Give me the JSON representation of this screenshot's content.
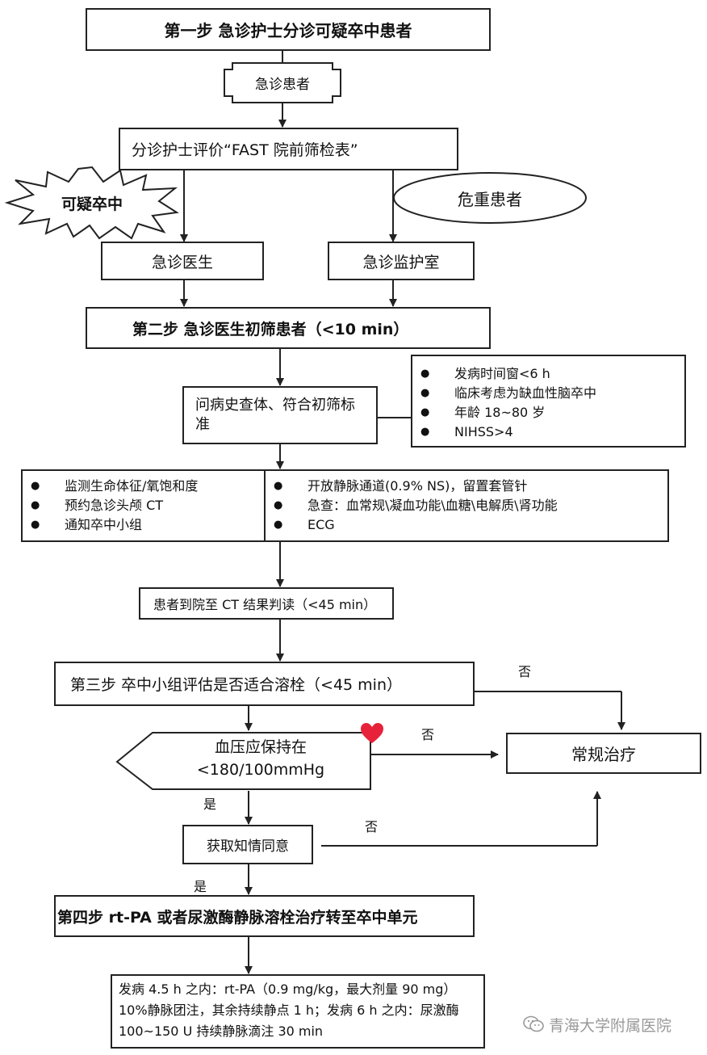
{
  "step1": "第一步  急诊护士分诊可疑卒中患者",
  "er_patient": "急诊患者",
  "fast": "分诊护士评价“FAST 院前筛检表”",
  "suspect_stroke": "可疑卒中",
  "critical": "危重患者",
  "er_doctor": "急诊医生",
  "icu_room": "急诊监护室",
  "step2": "第二步  急诊医生初筛患者（<10 min）",
  "history": "问病史查体、符合初筛标准",
  "criteria": [
    "发病时间窗<6 h",
    "临床考虑为缺血性脑卒中",
    "年龄 18~80 岁",
    "NIHSS>4"
  ],
  "left_tasks": [
    "监测生命体征/氧饱和度",
    "预约急诊头颅 CT",
    "通知卒中小组"
  ],
  "right_tasks": [
    "开放静脉通道(0.9% NS)，留置套管针",
    "急查：血常规\\凝血功能\\血糖\\电解质\\肾功能",
    "ECG"
  ],
  "ct": "患者到院至 CT 结果判读（<45 min）",
  "step3": "第三步  卒中小组评估是否适合溶栓（<45 min）",
  "bp": "血压应保持在<180/100mmHg",
  "routine": "常规治疗",
  "consent": "获取知情同意",
  "step4": "第四步  rt-PA 或者尿激酶静脉溶栓治疗转至卒中单元",
  "dosing": "发病 4.5 h 之内：rt-PA（0.9 mg/kg，最大剂量 90 mg）10%静脉团注，其余持续静点 1 h；发病 6 h 之内：尿激酶 100~150 U 持续静脉滴注 30 min",
  "no": "否",
  "yes": "是",
  "watermark": "青海大学附属医院",
  "colors": {
    "heart": "#e8213a",
    "line": "#222222"
  }
}
